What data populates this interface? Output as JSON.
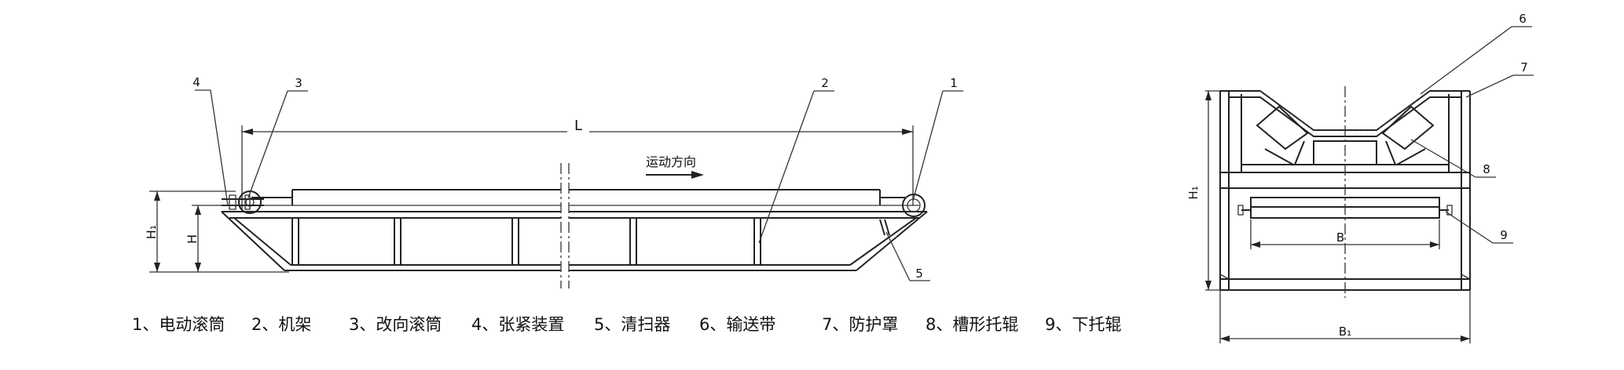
{
  "side_view": {
    "length_label": "L",
    "direction_text": "运动方向",
    "height_label": "H",
    "overall_height_label": "H₁",
    "callouts": [
      "1",
      "2",
      "3",
      "4",
      "5"
    ]
  },
  "cross_section": {
    "overall_height_label": "H₁",
    "inner_width_label": "B",
    "overall_width_label": "B₁",
    "callouts": [
      "6",
      "7",
      "8",
      "9"
    ]
  },
  "legend": [
    "1、电动滚筒",
    "2、机架",
    "3、改向滚筒",
    "4、张紧装置",
    "5、清扫器",
    "6、输送带",
    "7、防护罩",
    "8、槽形托辊",
    "9、下托辊"
  ]
}
